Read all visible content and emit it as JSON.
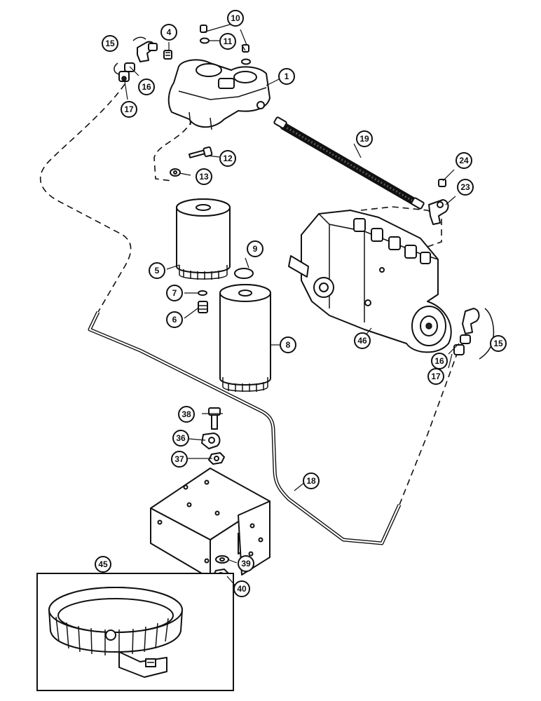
{
  "callouts": [
    {
      "id": "c1",
      "label": "1"
    },
    {
      "id": "c4",
      "label": "4"
    },
    {
      "id": "c5",
      "label": "5"
    },
    {
      "id": "c6",
      "label": "6"
    },
    {
      "id": "c7",
      "label": "7"
    },
    {
      "id": "c8",
      "label": "8"
    },
    {
      "id": "c9",
      "label": "9"
    },
    {
      "id": "c10",
      "label": "10"
    },
    {
      "id": "c11",
      "label": "11"
    },
    {
      "id": "c12",
      "label": "12"
    },
    {
      "id": "c13",
      "label": "13"
    },
    {
      "id": "c15a",
      "label": "15"
    },
    {
      "id": "c15b",
      "label": "15"
    },
    {
      "id": "c16a",
      "label": "16"
    },
    {
      "id": "c16b",
      "label": "16"
    },
    {
      "id": "c17a",
      "label": "17"
    },
    {
      "id": "c17b",
      "label": "17"
    },
    {
      "id": "c18",
      "label": "18"
    },
    {
      "id": "c19",
      "label": "19"
    },
    {
      "id": "c23",
      "label": "23"
    },
    {
      "id": "c24",
      "label": "24"
    },
    {
      "id": "c36",
      "label": "36"
    },
    {
      "id": "c37",
      "label": "37"
    },
    {
      "id": "c38",
      "label": "38"
    },
    {
      "id": "c39",
      "label": "39"
    },
    {
      "id": "c40",
      "label": "40"
    },
    {
      "id": "c45",
      "label": "45"
    },
    {
      "id": "c46",
      "label": "46"
    }
  ]
}
